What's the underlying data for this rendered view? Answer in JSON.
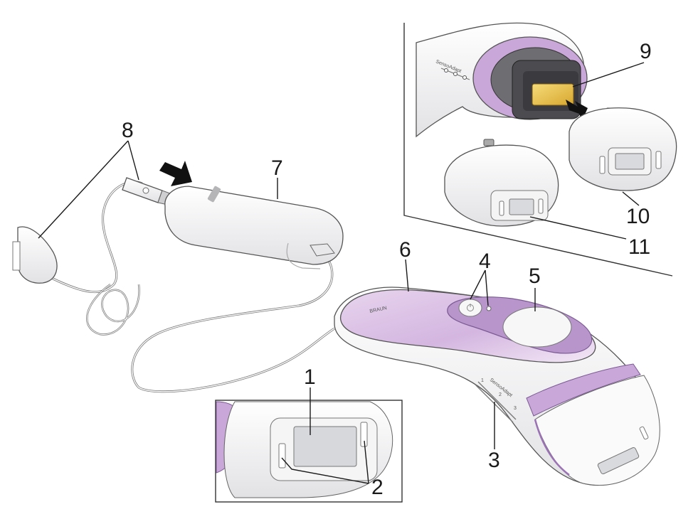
{
  "diagram": {
    "callouts": [
      "1",
      "2",
      "3",
      "4",
      "5",
      "6",
      "7",
      "8",
      "9",
      "10",
      "11"
    ],
    "device_print": {
      "sensor_label": "SensoAdapt",
      "brand": "BRAUN",
      "sensor_label_small": "SensoAdapt",
      "sensor_indicator_marks": [
        "1",
        "2",
        "3"
      ]
    },
    "colors": {
      "lilac": "#c9a7d9",
      "lilac_dark": "#9b73b5",
      "lamp_yellow": "#e9c24f",
      "outline": "#555555",
      "shade": "#e6e6e8"
    }
  }
}
